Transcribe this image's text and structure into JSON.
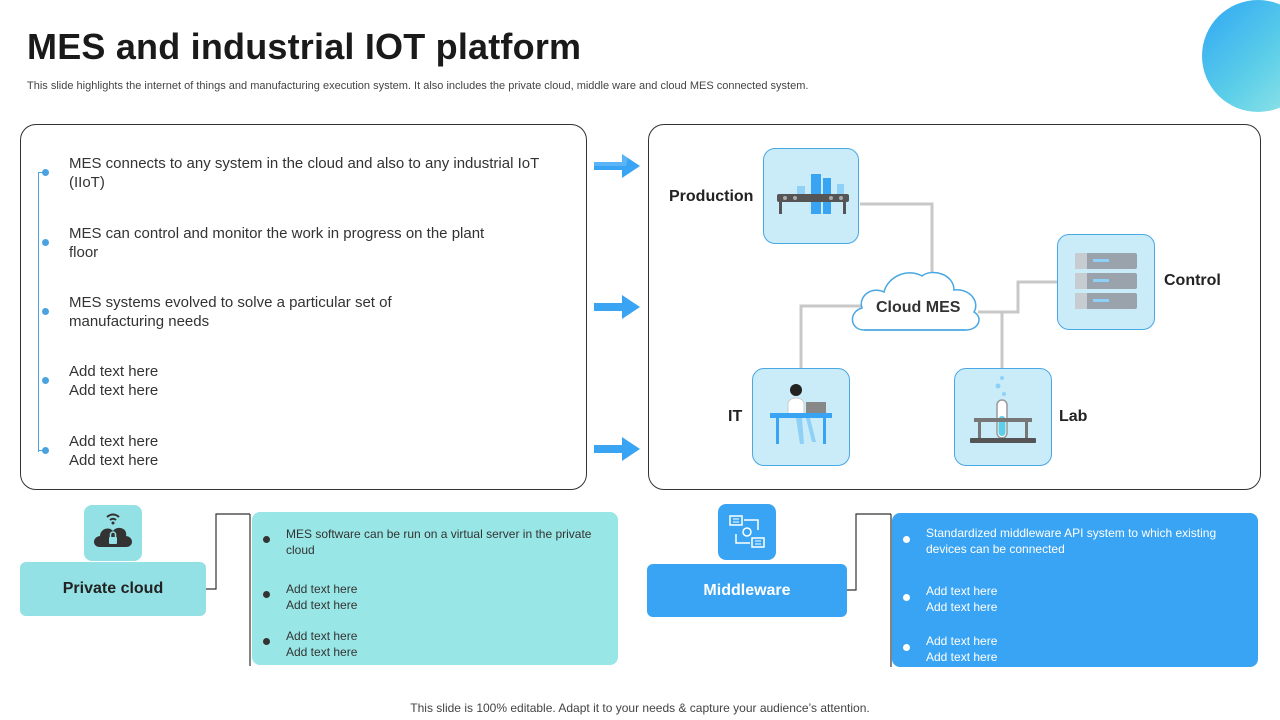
{
  "title": "MES and industrial IOT platform",
  "subtitle": "This slide highlights the internet of things and manufacturing execution system. It also includes the private cloud, middle ware and cloud MES connected system.",
  "bullets": [
    "MES connects to any system in the cloud and also to any industrial IoT (IIoT)",
    "MES can control and monitor the work in progress on the plant floor",
    "MES systems evolved to solve a particular set of manufacturing needs",
    "Add text here Add text here",
    "Add text here Add text here"
  ],
  "diagram": {
    "center": "Cloud MES",
    "production": "Production",
    "control": "Control",
    "it": "IT",
    "lab": "Lab"
  },
  "private_cloud": {
    "label": "Private cloud",
    "items": [
      "MES software can be run on a virtual server in the private cloud",
      "Add text here Add text here",
      "Add text here Add text here"
    ]
  },
  "middleware": {
    "label": "Middleware",
    "items": [
      "Standardized middleware API system to which existing devices can be connected",
      "Add text here Add text here",
      "Add text here Add text here"
    ]
  },
  "footer": "This slide is 100% editable. Adapt it to your needs & capture your audience’s attention.",
  "colors": {
    "accent_blue": "#3aa4f4",
    "accent_teal": "#99e6e6",
    "node_fill": "#c9ecf8",
    "line_blue": "#4aa3df"
  }
}
